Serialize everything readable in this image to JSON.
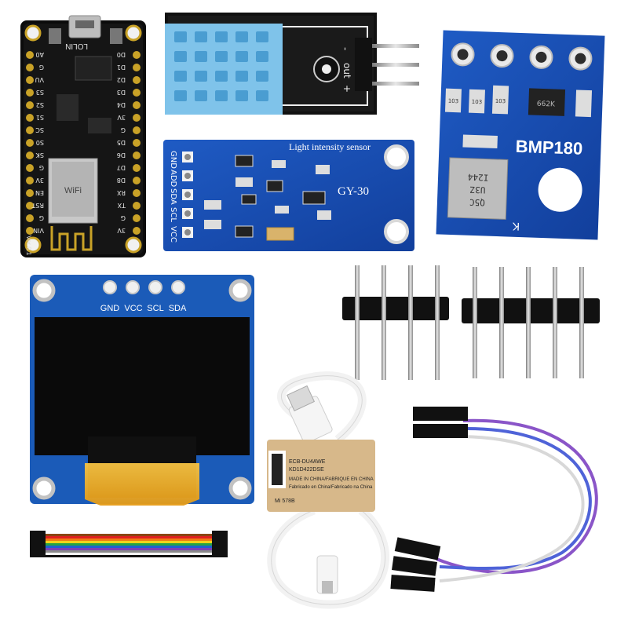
{
  "nodemcu": {
    "top_label": "LOLIN",
    "version_label": "Ver 0.1",
    "pins_left": [
      "A0",
      "G",
      "VU",
      "S3",
      "S2",
      "S1",
      "SC",
      "S0",
      "SK",
      "G",
      "3V",
      "EN",
      "RST",
      "G",
      "VIN"
    ],
    "pins_right": [
      "D0",
      "D1",
      "D2",
      "D3",
      "D4",
      "3V",
      "G",
      "D5",
      "D6",
      "D7",
      "D8",
      "RX",
      "TX",
      "G",
      "3V"
    ],
    "module_label": "WiFi"
  },
  "dht": {
    "pins": [
      "-",
      "out",
      "+"
    ]
  },
  "bmp180": {
    "model": "BMP180",
    "sensor_text": [
      "Q5C",
      "U3Z",
      "I244"
    ],
    "corner_label": "K",
    "res_labels": [
      "103",
      "103",
      "103"
    ],
    "chip_label": "662K"
  },
  "gy30": {
    "title": "Light intensity sensor",
    "model": "GY-30",
    "pins": [
      "GND",
      "ADD",
      "SDA",
      "SCL",
      "VCC"
    ]
  },
  "oled": {
    "pins": [
      "GND",
      "VCC",
      "SCL",
      "SDA"
    ]
  },
  "cable_label": {
    "lines": [
      "ECB-DU4AWE",
      "KD1D422DSE",
      "MADE IN CHINA/FABRIQUE EN CHINA",
      "Fabricado en China/Fabricado na China"
    ],
    "side": "Mi 578B"
  }
}
